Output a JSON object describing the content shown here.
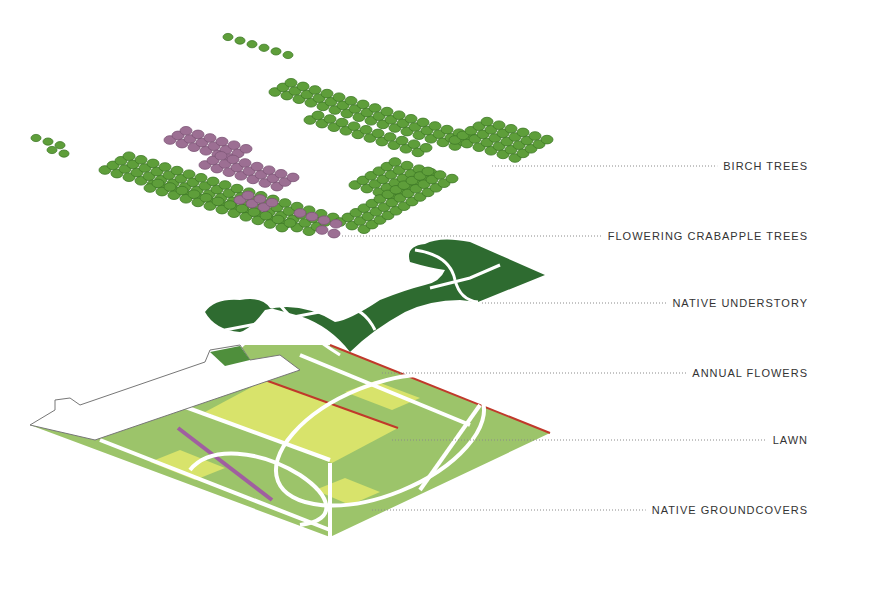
{
  "diagram": {
    "labels": [
      "BIRCH TREES",
      "FLOWERING CRABAPPLE TREES",
      "NATIVE UNDERSTORY",
      "ANNUAL FLOWERS",
      "LAWN",
      "NATIVE GROUNDCOVERS"
    ]
  }
}
